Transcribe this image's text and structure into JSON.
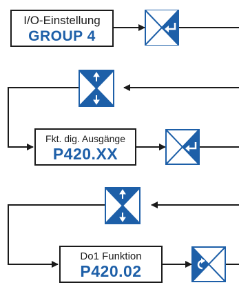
{
  "colors": {
    "accent": "#1d5fa8",
    "line": "#1a1a1a",
    "background": "#ffffff"
  },
  "boxes": [
    {
      "top": "I/O-Einstellung",
      "bottom": "GROUP 4"
    },
    {
      "top": "Fkt. dig. Ausgänge",
      "bottom": "P420.XX"
    },
    {
      "top": "Do1 Funktion",
      "bottom": "P420.02"
    }
  ],
  "buttons": [
    {
      "icon": "enter-icon"
    },
    {
      "icon": "up-down-icon"
    },
    {
      "icon": "enter-icon"
    },
    {
      "icon": "up-down-icon"
    },
    {
      "icon": "back-icon"
    }
  ]
}
